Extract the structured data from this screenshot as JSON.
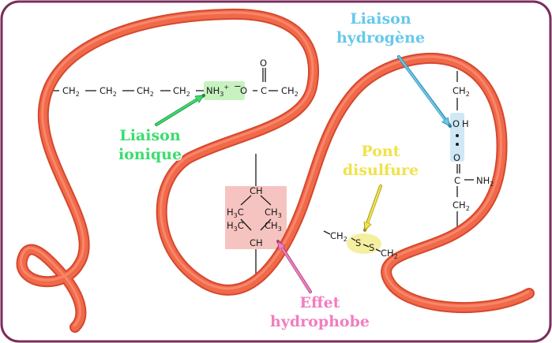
{
  "labels": {
    "ionic": {
      "line1": "Liaison",
      "line2": "ionique",
      "color": "#3ddc6e"
    },
    "hbond": {
      "line1": "Liaison",
      "line2": "hydrogène",
      "color": "#66c8ea"
    },
    "disulfide": {
      "line1": "Pont",
      "line2": "disulfure",
      "color": "#f0e24a"
    },
    "hydrophobic": {
      "line1": "Effet",
      "line2": "hydrophobe",
      "color": "#f07ec0"
    }
  },
  "chain_top": {
    "ch": "CH",
    "two": "2",
    "nh": "NH",
    "three": "3",
    "plus": "+",
    "minus": "−",
    "o": "O",
    "c": "C",
    "o_top": "O"
  },
  "hydrophobic_group": {
    "ch": "CH",
    "h": "H",
    "c": "C",
    "three": "3"
  },
  "disulfide_group": {
    "ch": "CH",
    "two": "2",
    "s": "S"
  },
  "hbond_group": {
    "ch": "CH",
    "two": "2",
    "o": "O",
    "h": "H",
    "c": "C",
    "nh": "NH"
  },
  "colors": {
    "backbone": "#f06a4a",
    "backbone_edge": "#d5472e",
    "frame": "#7a2c5c",
    "ionic_bg": "#c8f2c0",
    "hbond_bg": "#cfe8f5",
    "disulfide_bg": "#f5f0a0",
    "hydrophobic_bg": "#f6c4c0"
  }
}
